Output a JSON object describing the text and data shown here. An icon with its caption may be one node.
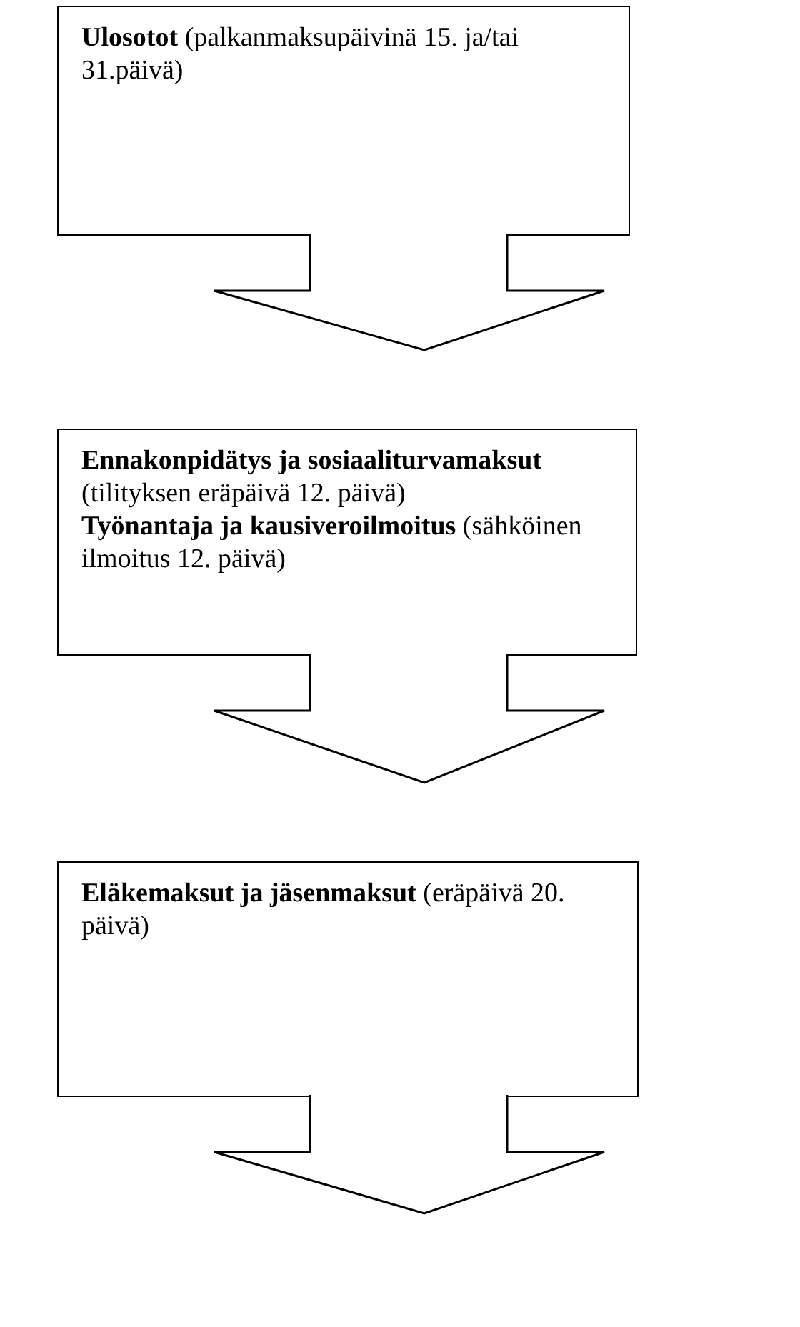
{
  "diagram": {
    "nodes": [
      {
        "text": [
          "**Ulosotot** (palkanmaksupäivinä 15. ja/tai 31.päivä)"
        ]
      },
      {
        "text": [
          "**Ennakonpidätys ja sosiaaliturvamaksut** (tilityksen eräpäivä 12. päivä)",
          "**Työnantaja ja kausiveroilmoitus** (sähköinen ilmoitus 12. päivä)"
        ]
      },
      {
        "text": [
          "**Eläkemaksut ja jäsenmaksut** (eräpäivä 20. päivä)"
        ]
      }
    ],
    "edges": [
      {
        "from": 0,
        "to": 1,
        "arrow": "to"
      },
      {
        "from": 1,
        "to": 2,
        "arrow": "to"
      },
      {
        "from": 2,
        "to": null,
        "arrow": "to"
      }
    ]
  }
}
